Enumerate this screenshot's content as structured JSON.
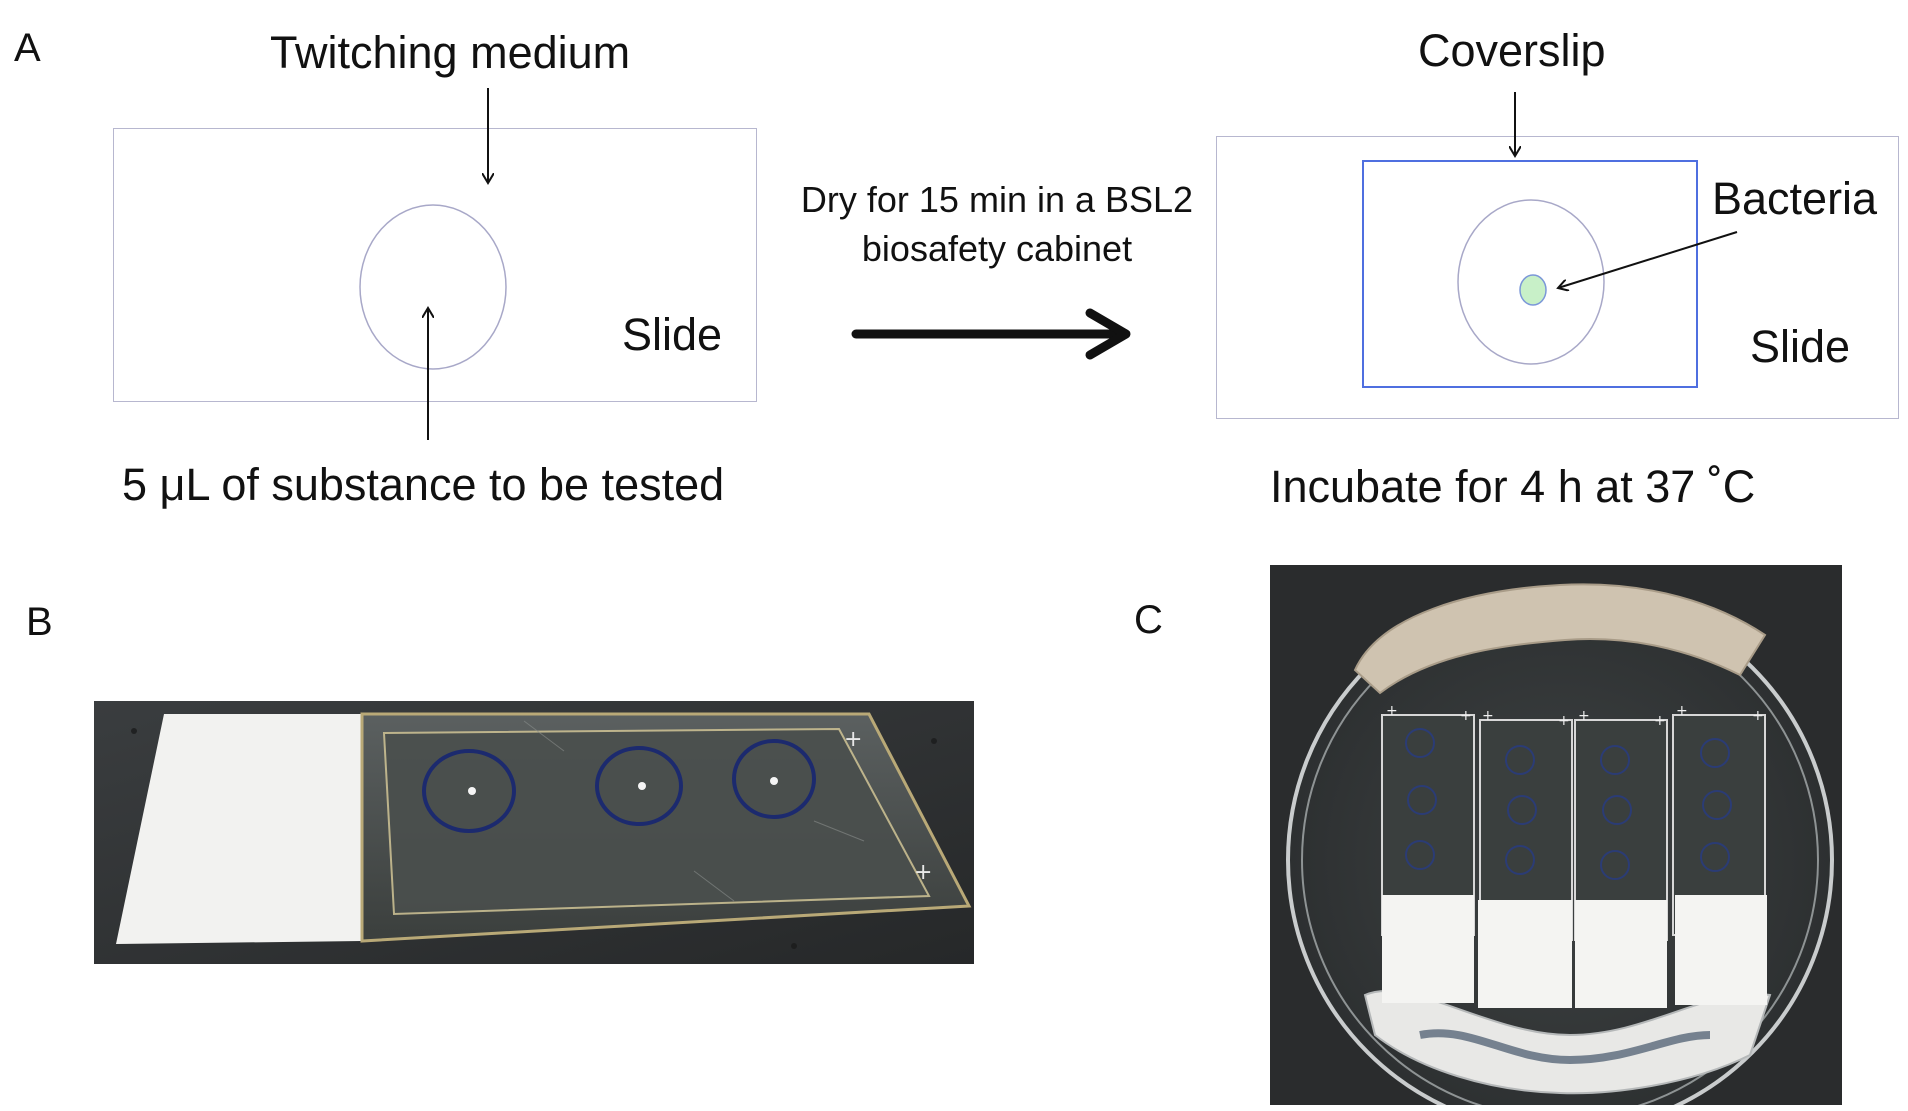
{
  "panels": {
    "a": {
      "letter": "A"
    },
    "b": {
      "letter": "B"
    },
    "c": {
      "letter": "C"
    }
  },
  "panel_a_left": {
    "medium_label": "Twitching medium",
    "slide_label": "Slide",
    "substance_label": "5 μL of substance to be tested"
  },
  "step": {
    "line1": "Dry for 15 min in a BSL2",
    "line2": "biosafety cabinet"
  },
  "panel_a_right": {
    "coverslip_label": "Coverslip",
    "bacteria_label": "Bacteria",
    "slide_label": "Slide",
    "incubate_label": "Incubate for 4 h at 37 ˚C"
  },
  "colors": {
    "slide_border": "#b7b7cf",
    "coverslip_border": "#4f6fe0",
    "bacteria_fill": "#c8f0c8",
    "photo_background": "#2c2f30"
  }
}
